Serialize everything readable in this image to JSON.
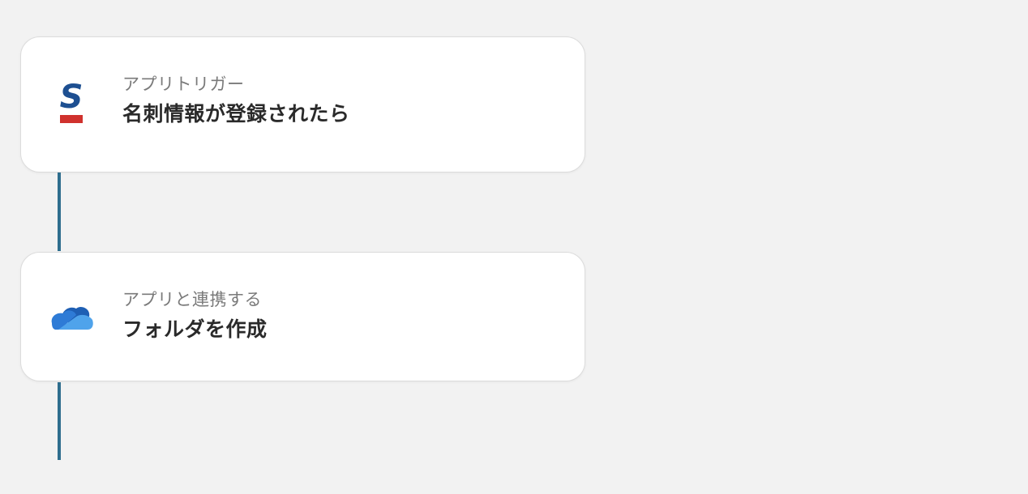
{
  "steps": [
    {
      "kind_label": "アプリトリガー",
      "title": "名刺情報が登録されたら",
      "icon": "sansan-icon",
      "icon_colors": {
        "letter": "#1d4f91",
        "bar": "#d0312d"
      }
    },
    {
      "kind_label": "アプリと連携する",
      "title": "フォルダを作成",
      "icon": "onedrive-icon",
      "icon_colors": {
        "dark": "#1e5fb4",
        "mid": "#2e7bd6",
        "light": "#4fa3eb"
      }
    }
  ],
  "colors": {
    "background": "#f2f2f2",
    "connector": "#2f6e8e"
  }
}
